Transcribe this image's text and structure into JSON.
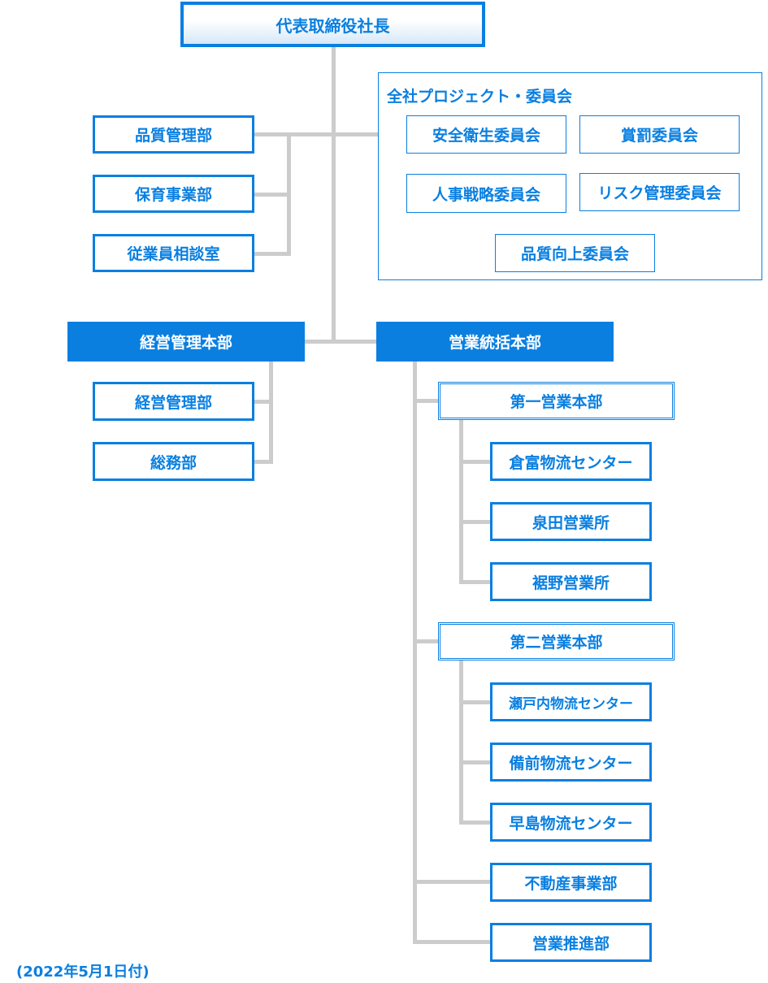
{
  "ceo": "代表取締役社長",
  "direct_departments": [
    "品質管理部",
    "保育事業部",
    "従業員相談室"
  ],
  "committees": {
    "title": "全社プロジェクト・委員会",
    "items": [
      "安全衛生委員会",
      "賞罰委員会",
      "人事戦略委員会",
      "リスク管理委員会",
      "品質向上委員会"
    ]
  },
  "management_hq": {
    "name": "経営管理本部",
    "departments": [
      "経営管理部",
      "総務部"
    ]
  },
  "sales_hq": {
    "name": "営業統括本部",
    "first": {
      "name": "第一営業本部",
      "units": [
        "倉富物流センター",
        "泉田営業所",
        "裾野営業所"
      ]
    },
    "second": {
      "name": "第二営業本部",
      "units": [
        "瀬戸内物流センター",
        "備前物流センター",
        "早島物流センター"
      ]
    },
    "departments": [
      "不動産事業部",
      "営業推進部"
    ]
  },
  "date": "(2022年5月1日付)",
  "colors": {
    "accent": "#0a7fe0",
    "line": "#cccccc"
  }
}
